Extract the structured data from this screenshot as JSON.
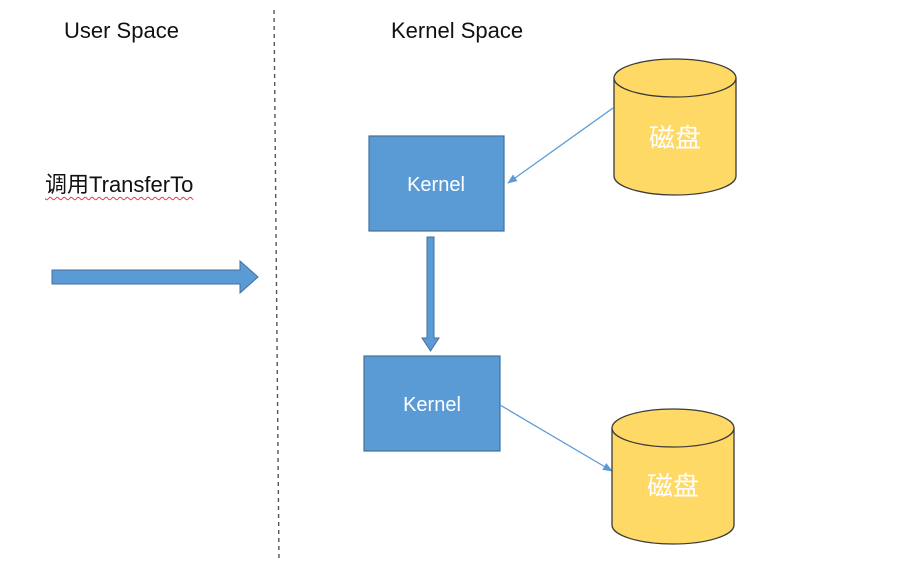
{
  "labels": {
    "user_space": "User Space",
    "kernel_space": "Kernel Space",
    "call": "调用TransferTo"
  },
  "kernel_boxes": [
    {
      "label": "Kernel"
    },
    {
      "label": "Kernel"
    }
  ],
  "disks": [
    {
      "label": "磁盘"
    },
    {
      "label": "磁盘"
    }
  ],
  "colors": {
    "kernel_fill": "#5b9bd5",
    "kernel_stroke": "#41719c",
    "disk_fill": "#ffd966",
    "disk_stroke": "#3a3a3a",
    "arrow": "#5b9bd5",
    "divider": "#555555"
  }
}
